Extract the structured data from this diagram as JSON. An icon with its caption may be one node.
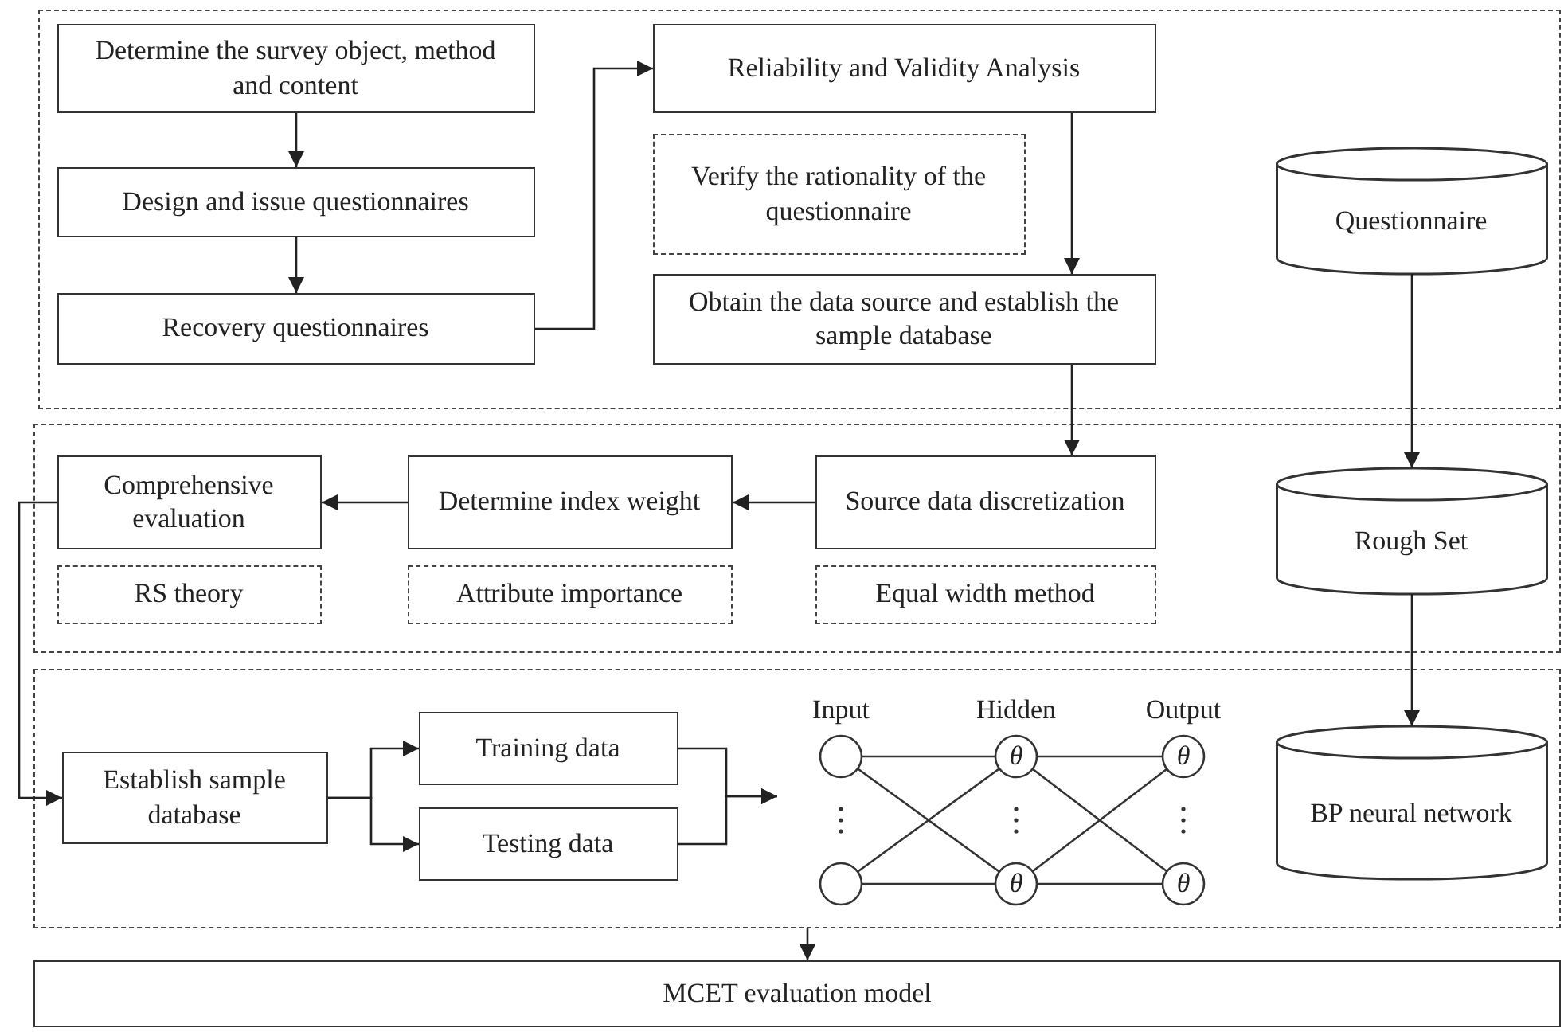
{
  "diagram": {
    "nodes": [
      {
        "text": [],
        "shape": "box"
      },
      {
        "text": [
          "Determine the survey object, method and content"
        ],
        "in": 0
      },
      {
        "text": [
          "Design and issue questionnaires"
        ],
        "in": 0
      },
      {
        "text": [
          "Recovery questionnaires"
        ],
        "in": 0
      },
      {
        "text": [
          "Reliability and Validity Analysis"
        ],
        "in": 0
      },
      {
        "text": [
          "Verify the rationality of the questionnaire"
        ],
        "in": 0
      },
      {
        "text": [
          "Obtain the data source and establish the sample database"
        ],
        "in": 0
      },
      {
        "text": [
          "Questionnaire"
        ],
        "in": 0
      },
      {
        "text": [],
        "shape": "box"
      },
      {
        "text": [
          "Comprehensive evaluation"
        ],
        "in": 8
      },
      {
        "text": [
          "Determine index weight"
        ],
        "in": 8
      },
      {
        "text": [
          "Source data discretization"
        ],
        "in": 8
      },
      {
        "text": [
          "RS theory"
        ],
        "in": 8
      },
      {
        "text": [
          "Attribute importance"
        ],
        "in": 8
      },
      {
        "text": [
          "Equal width method"
        ],
        "in": 8
      },
      {
        "text": [
          "Rough Set"
        ],
        "in": 8
      },
      {
        "text": [],
        "shape": "box"
      },
      {
        "text": [
          "Establish sample database"
        ],
        "in": 16
      },
      {
        "text": [
          "Training data"
        ],
        "in": 16
      },
      {
        "text": [
          "Testing data"
        ],
        "in": 16
      },
      {
        "text": [],
        "shape": "picture",
        "in": 16
      },
      {
        "text": [
          "BP neural network"
        ],
        "in": 16
      },
      {
        "text": [
          "MCET evaluation model"
        ]
      }
    ],
    "edges": [
      {
        "from": 1,
        "to": 2,
        "arrow": "to"
      },
      {
        "from": 2,
        "to": 3,
        "arrow": "to"
      },
      {
        "from": 3,
        "to": 4,
        "arrow": "to"
      },
      {
        "from": 4,
        "to": 6,
        "arrow": "to"
      },
      {
        "from": 6,
        "to": 11,
        "arrow": "to"
      },
      {
        "from": 11,
        "to": 10,
        "arrow": "to"
      },
      {
        "from": 10,
        "to": 9,
        "arrow": "to"
      },
      {
        "from": 9,
        "to": 17,
        "arrow": "to"
      },
      {
        "from": 17,
        "to": 18,
        "arrow": "to"
      },
      {
        "from": 17,
        "to": 19,
        "arrow": "to"
      },
      {
        "from": 18,
        "to": 20,
        "arrow": "to"
      },
      {
        "from": 19,
        "to": 20,
        "arrow": "to"
      },
      {
        "from": 7,
        "to": 15,
        "arrow": "to"
      },
      {
        "from": 15,
        "to": 21,
        "arrow": "to"
      },
      {
        "from": 16,
        "to": 22,
        "arrow": "to"
      }
    ],
    "labels": [
      "Input",
      "Hidden",
      "Output",
      "θ",
      "θ",
      "θ",
      "θ"
    ]
  }
}
